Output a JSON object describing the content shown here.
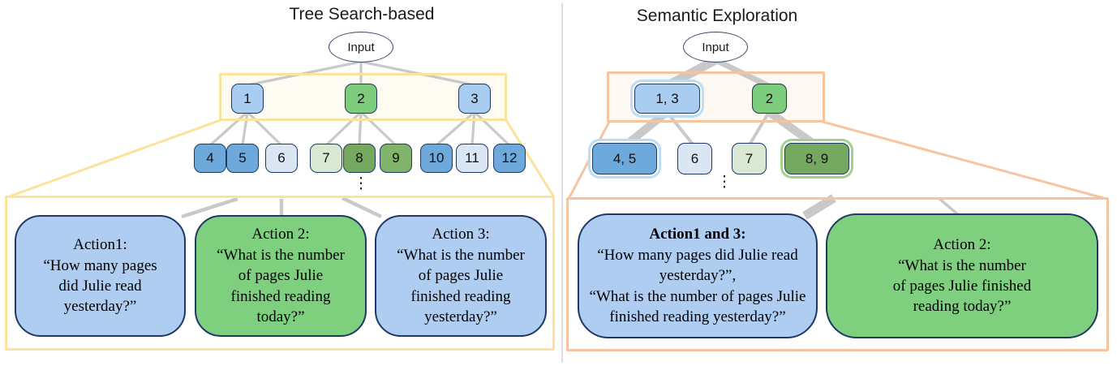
{
  "left_panel": {
    "title": "Tree Search-based",
    "root": "Input",
    "ellipsis": "⋮",
    "nodes": {
      "n1": "1",
      "n2": "2",
      "n3": "3",
      "n4": "4",
      "n5": "5",
      "n6": "6",
      "n7": "7",
      "n8": "8",
      "n9": "9",
      "n10": "10",
      "n11": "11",
      "n12": "12"
    },
    "actions": [
      {
        "title": "Action1:",
        "body": "“How many pages\ndid Julie read\nyesterday?”"
      },
      {
        "title": "Action 2:",
        "body": "“What is the number\nof pages Julie\nfinished reading\ntoday?”"
      },
      {
        "title": "Action 3:",
        "body": "“What is the number\nof pages Julie\nfinished reading\nyesterday?”"
      }
    ]
  },
  "right_panel": {
    "title": "Semantic Exploration",
    "root": "Input",
    "ellipsis": "⋮",
    "nodes": {
      "n13": "1, 3",
      "n2": "2",
      "n45": "4, 5",
      "n6": "6",
      "n7": "7",
      "n89": "8, 9"
    },
    "actions": [
      {
        "title": "Action1 and 3:",
        "body": "“How many pages did Julie read\nyesterday?”,\n“What is the number of pages Julie\nfinished reading yesterday?”"
      },
      {
        "title": "Action 2:",
        "body": "“What is the number\nof pages Julie finished\nreading today?”"
      }
    ]
  },
  "colors": {
    "node_border": "#1f3864",
    "light_blue": "#a9cdf0",
    "medium_blue": "#6ea9dc",
    "pale_blue": "#dbe6f4",
    "pale_green": "#d9e8d2",
    "medium_green": "#76a960",
    "bright_green": "#7ecc7d",
    "action_blue": "#aecdf1",
    "action_green": "#7ed07f",
    "frame_yellow": "#fbe39c",
    "frame_orange": "#f5c5a2",
    "edge_gray": "#c9c9c9",
    "ring_blue": "#bbdef7",
    "ring_green": "#9fd48e"
  }
}
